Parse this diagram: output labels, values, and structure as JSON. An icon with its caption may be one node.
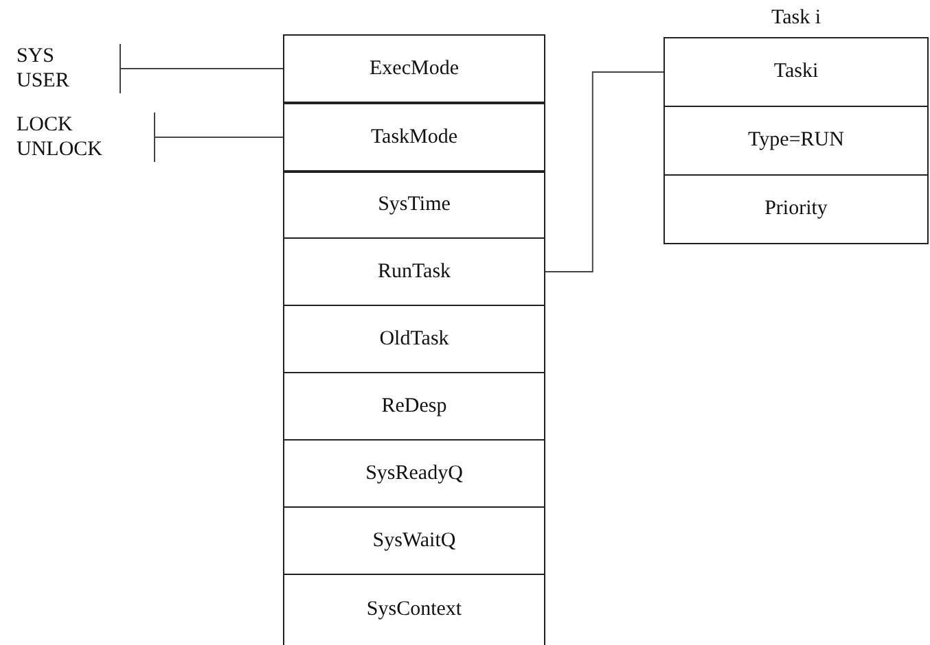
{
  "diagram": {
    "nodes": [
      {
        "text": [
          "SYS USER"
        ]
      },
      {
        "text": [
          "LOCK UNLOCK"
        ]
      },
      {
        "text": [
          "ExecMode"
        ]
      },
      {
        "text": [
          "TaskMode"
        ]
      },
      {
        "text": [
          "SysTime"
        ]
      },
      {
        "text": [
          "RunTask"
        ]
      },
      {
        "text": [
          "OldTask"
        ]
      },
      {
        "text": [
          "ReDesp"
        ]
      },
      {
        "text": [
          "SysReadyQ"
        ]
      },
      {
        "text": [
          "SysWaitQ"
        ]
      },
      {
        "text": [
          "SysContext"
        ]
      },
      {
        "text": [
          "Task i"
        ]
      },
      {
        "text": [
          "Taski"
        ],
        "in": 11
      },
      {
        "text": [
          "Type=RUN"
        ],
        "in": 11
      },
      {
        "text": [
          "Priority"
        ],
        "in": 11
      }
    ],
    "edges": [
      {
        "from": 2,
        "to": 0,
        "arrow": "none"
      },
      {
        "from": 3,
        "to": 1,
        "arrow": "none"
      },
      {
        "from": 5,
        "to": 12,
        "arrow": "none"
      }
    ]
  }
}
